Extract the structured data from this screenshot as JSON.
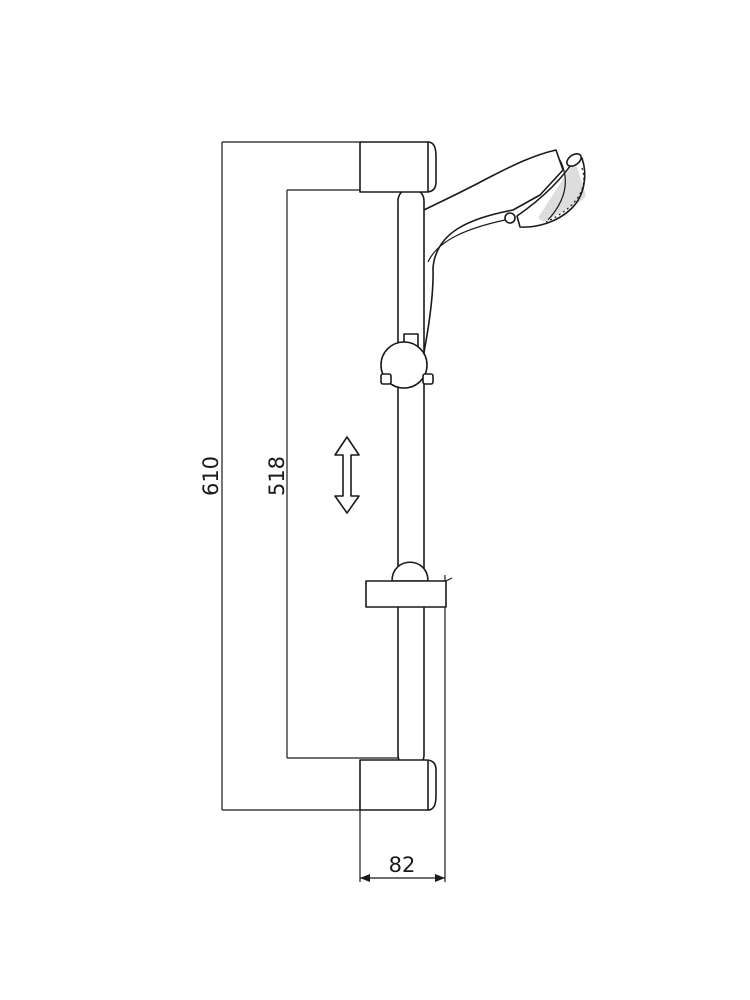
{
  "dimensions": {
    "overall_height": "610",
    "bar_length": "518",
    "projection": "82"
  },
  "symbols": {
    "slide_direction": "double-arrow-vertical-icon"
  }
}
